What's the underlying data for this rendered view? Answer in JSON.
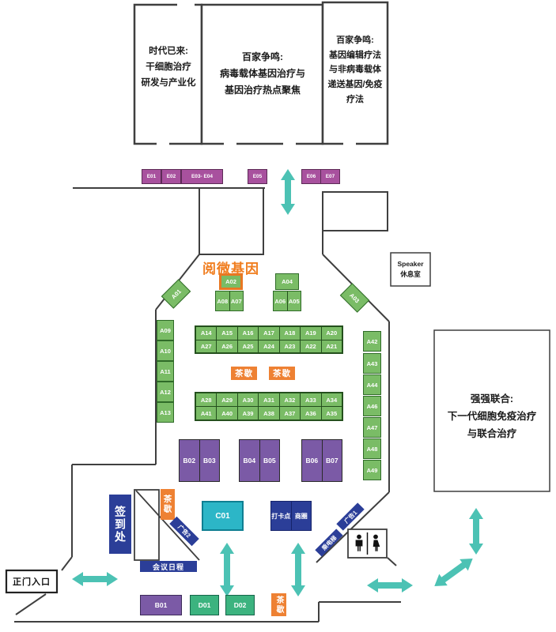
{
  "rooms": {
    "stem_cell": {
      "title": "时代已来:\n干细胞治疗\n研发与产业化"
    },
    "viral_vector": {
      "title": "百家争鸣:\n病毒载体基因治疗与\n基因治疗热点聚焦"
    },
    "gene_editing": {
      "title": "百家争鸣:\n基因编辑疗法\n与非病毒载体\n递送基因/免疫\n疗法"
    },
    "combo_therapy": {
      "title": "强强联合:\n下一代细胞免疫治疗\n与联合治疗"
    },
    "speaker_lounge": {
      "title": "Speaker\n休息室"
    }
  },
  "highlight": {
    "exhibitor": "阅微基因",
    "booth": "A02"
  },
  "booths": {
    "e_row": [
      "E01",
      "E02",
      "E03- E04",
      "E05",
      "E06",
      "E07"
    ],
    "a_cluster": {
      "a01": "A01",
      "a02": "A02",
      "a03": "A03",
      "a04": "A04",
      "a05": "A05",
      "a06": "A06",
      "a07": "A07",
      "a08": "A08"
    },
    "a_left_column": [
      "A09",
      "A10",
      "A11",
      "A12",
      "A13"
    ],
    "grid1_row1": [
      "A14",
      "A15",
      "A16",
      "A17",
      "A18",
      "A19",
      "A20"
    ],
    "grid1_row2": [
      "A27",
      "A26",
      "A25",
      "A24",
      "A23",
      "A22",
      "A21"
    ],
    "grid2_row1": [
      "A28",
      "A29",
      "A30",
      "A31",
      "A32",
      "A33",
      "A34"
    ],
    "grid2_row2": [
      "A41",
      "A40",
      "A39",
      "A38",
      "A37",
      "A36",
      "A35"
    ],
    "a_right_column": [
      "A42",
      "A43",
      "A44",
      "A46",
      "A47",
      "A48",
      "A49"
    ],
    "b_blocks": [
      [
        "B02",
        "B03"
      ],
      [
        "B04",
        "B05"
      ],
      [
        "B06",
        "B07"
      ]
    ],
    "c_booth": "C01",
    "b01": "B01",
    "d01": "D01",
    "d02": "D02"
  },
  "signs": {
    "tea_break": "茶歇",
    "checkin": "签到处",
    "agenda": "会议日程",
    "entrance": "正门入口",
    "photo_spot": "打卡点",
    "mall": "商圈",
    "ad1": "广告1",
    "ad2": "广告2",
    "elevator": "乘电梯"
  },
  "colors": {
    "booth_green": "#7abc66",
    "booth_purple": "#7b5aa6",
    "booth_magenta": "#a8519e",
    "booth_cyan": "#2cb6c7",
    "booth_emerald": "#3cb37f",
    "sign_navy": "#2b3e98",
    "accent_orange": "#ee8133",
    "highlight_orange": "#e87722",
    "arrow_teal": "#4cc2b4",
    "wall_gray": "#3f3f3f"
  }
}
